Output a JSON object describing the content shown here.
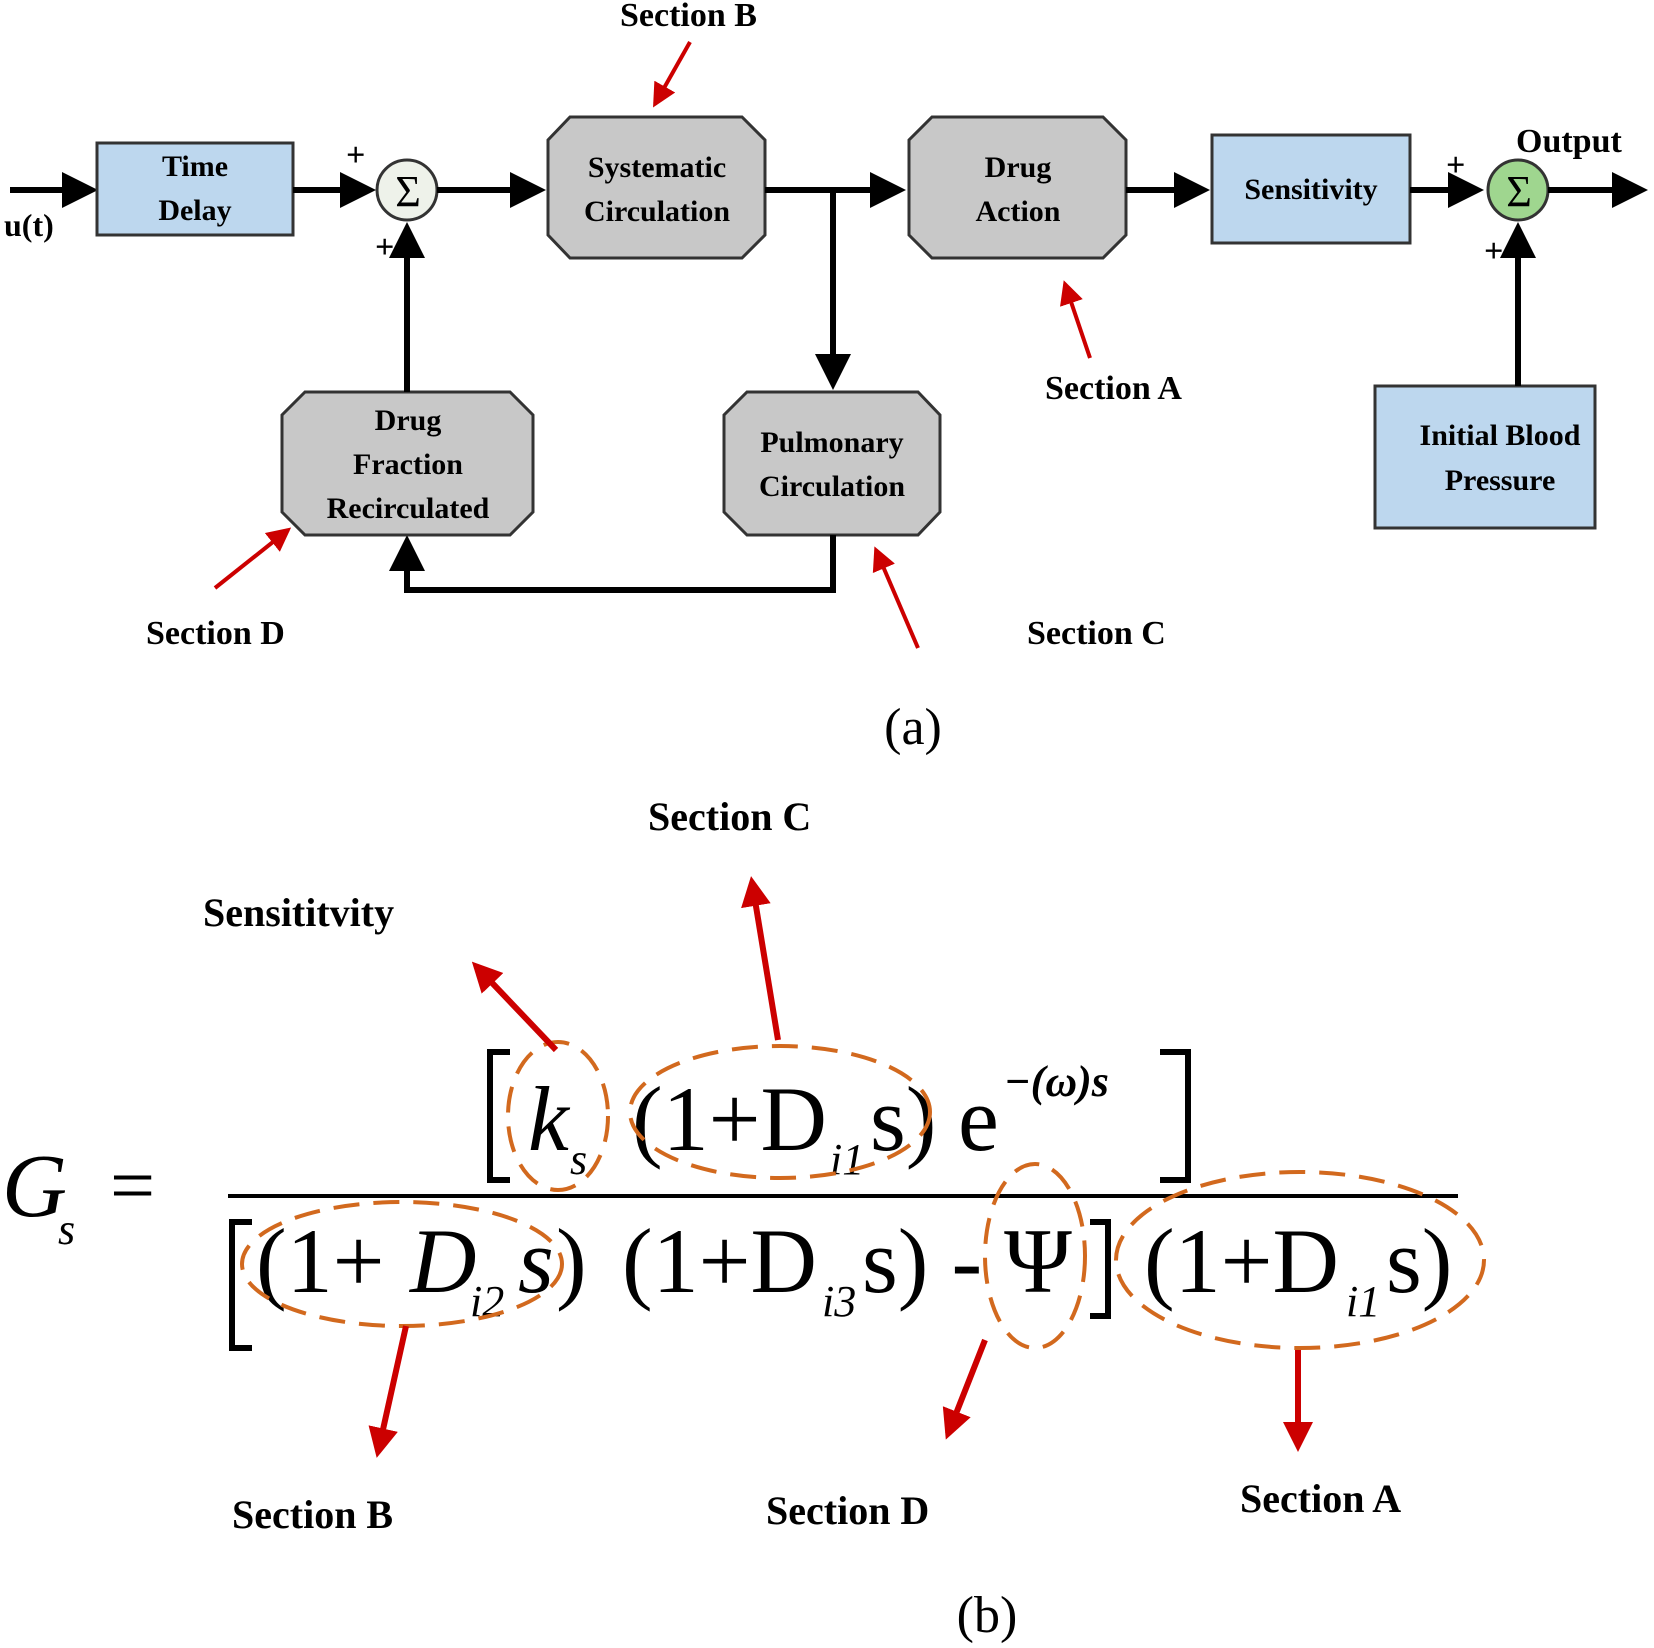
{
  "panel_a": {
    "input": "u(t)",
    "output": "Output",
    "caption": "(a)",
    "blocks": {
      "time_delay": [
        "Time",
        "Delay"
      ],
      "systematic_circulation": [
        "Systematic",
        "Circulation"
      ],
      "drug_action": [
        "Drug",
        "Action"
      ],
      "sensitivity": "Sensitivity",
      "initial_blood_pressure": [
        "Initial Blood",
        "Pressure"
      ],
      "pulmonary_circulation": [
        "Pulmonary",
        "Circulation"
      ],
      "drug_fraction_recirculated": [
        "Drug",
        "Fraction",
        "Recirculated"
      ]
    },
    "summer_symbol": "Σ",
    "signs": {
      "plus": "+"
    },
    "section_labels": {
      "a": "Section A",
      "b": "Section B",
      "c": "Section C",
      "d": "Section D"
    },
    "colors": {
      "light_box": "#bdd7ee",
      "gray_box": "#c8c8c8",
      "sum2_fill": "#9fd68f",
      "sum1_fill": "#eef2ea",
      "arrow": "#cc0000"
    }
  },
  "panel_b": {
    "caption": "(b)",
    "lhs": {
      "G": "G",
      "sub": "s",
      "eq": "="
    },
    "numerator": {
      "k": "k",
      "k_sub": "s",
      "term": "(1+D",
      "term_sub": "i1",
      "term_end": "s)",
      "e": "e",
      "exp": "−(ω)s"
    },
    "denominator": {
      "t1": "(1+ ",
      "t1_D": "D",
      "t1_sub": "i2",
      "t1_s": "s",
      "t1_end": ")",
      "t2": "(1+D",
      "t2_sub": "i3",
      "t2_end": "s) -",
      "psi": "Ψ",
      "t3": "(1+D",
      "t3_sub": "i1",
      "t3_end": "s)"
    },
    "labels": {
      "sensitivity": "Sensititvity",
      "section_c": "Section C",
      "section_b": "Section B",
      "section_d": "Section D",
      "section_a": "Section A"
    },
    "colors": {
      "dashed": "#d2691e",
      "arrow": "#cc0000"
    }
  }
}
